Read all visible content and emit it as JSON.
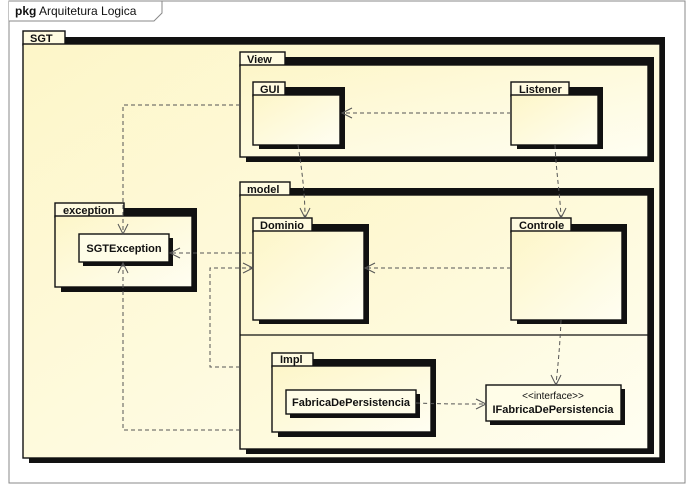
{
  "frame": {
    "keyword": "pkg",
    "title": "Arquitetura Logica"
  },
  "packages": {
    "sgt": "SGT",
    "view": "View",
    "gui": "GUI",
    "listener": "Listener",
    "model": "model",
    "dominio": "Dominio",
    "controle": "Controle",
    "impl": "Impl",
    "exception": "exception"
  },
  "classes": {
    "sgt_exception": "SGTException",
    "fabrica": "FabricaDePersistencia",
    "ifabrica_stereotype": "<<interface>>",
    "ifabrica": "IFabricaDePersistencia"
  }
}
